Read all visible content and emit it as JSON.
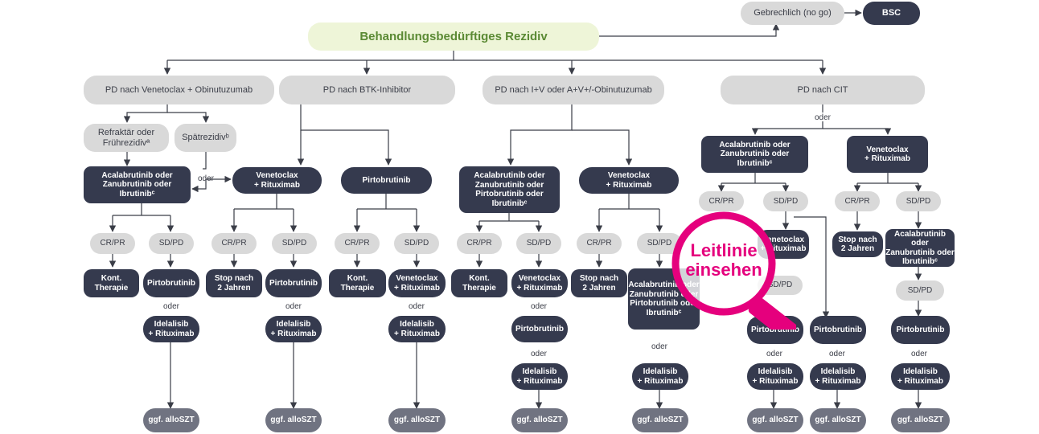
{
  "title": "Behandlungsbedürftiges Rezidiv",
  "top_right": {
    "frail": "Gebrechlich (no go)",
    "bsc": "BSC"
  },
  "branches": [
    "PD nach Venetoclax + Obinutuzumab",
    "PD nach BTK-Inhibitor",
    "PD nach I+V oder A+V+/-Obinutuzumab",
    "PD nach CIT"
  ],
  "labels": {
    "refractory": "Refraktär oder\nFrührezidivª",
    "late": "Spätrezidivᵇ",
    "or": "oder",
    "cr_pr": "CR/PR",
    "sd_pd": "SD/PD",
    "alloszt": "ggf. alloSZT",
    "acal_zan_ibru": "Acalabrutinib oder\nZanubrutinib oder\nIbrutinibᶜ",
    "acal_zan_pirto_ibru": "Acalabrutinib oder\nZanubrutinib oder\nPirtobrutinib oder\nIbrutinibᶜ",
    "acal_zan_ibru_b": "Acalabrutinib oder\nZanubrutinib oder\nIbrutinibᶜ",
    "ven_ritux": "Venetoclax\n+ Rituximab",
    "pirtobrutinib": "Pirtobrutinib",
    "kont_therapie": "Kont.\nTherapie",
    "stop_2j": "Stop nach\n2 Jahren",
    "idel_ritux": "Idelalisib\n+ Rituximab",
    "acal_zan_pirto_ibru_b": "Acalabrutinib oder\nZanubrutinib oder\nPirtobrutinib oder\nIbrutinibᶜ"
  },
  "overlay_text": "Leitlinie\neinsehen",
  "colors": {
    "dark": "#353a4e",
    "grey": "#d9d9d9",
    "green_bg": "#eef5d8",
    "green_text": "#5b8a34",
    "accent": "#e5007d"
  }
}
